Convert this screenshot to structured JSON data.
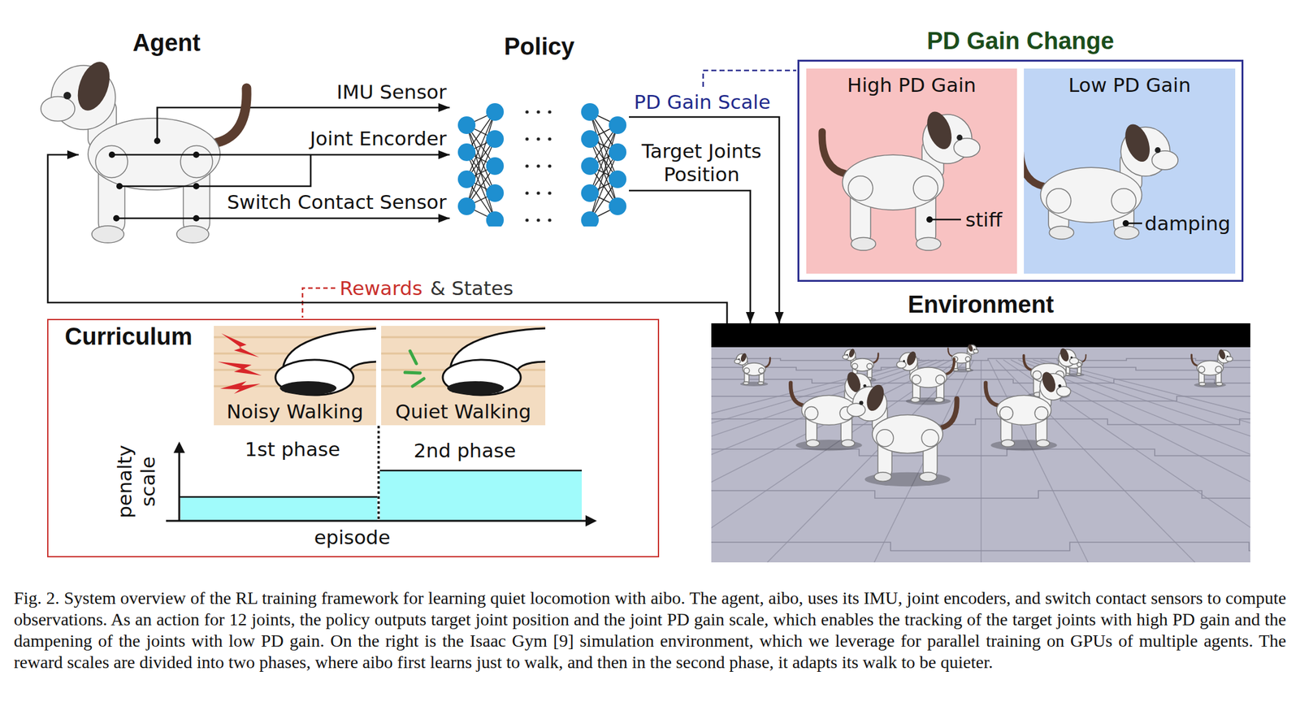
{
  "diagram": {
    "caption": "Fig. 2. System overview of the RL training framework for learning quiet locomotion with aibo. The agent, aibo, uses its IMU, joint encoders, and switch contact sensors to compute observations. As an action for 12 joints, the policy outputs target joint position and the joint PD gain scale, which enables the tracking of the target joints with high PD gain and the dampening of the joints with low PD gain. On the right is the Isaac Gym [9] simulation environment, which we leverage for parallel training on GPUs of multiple agents. The reward scales are divided into two phases, where aibo first learns just to walk, and then in the second phase, it adapts its walk to be quieter.",
    "nodes": [
      {
        "text": [
          "Agent"
        ]
      },
      {
        "text": [
          "Policy"
        ]
      },
      {
        "text": [
          "PD Gain Change"
        ]
      },
      {
        "text": [
          "High PD Gain",
          "stiff"
        ],
        "in": 2
      },
      {
        "text": [
          "Low PD Gain",
          "damping"
        ],
        "in": 2
      },
      {
        "text": [
          "Environment"
        ]
      },
      {
        "text": [
          "Curriculum"
        ]
      },
      {
        "text": [
          "Noisy Walking"
        ],
        "in": 6
      },
      {
        "text": [
          "Quiet Walking"
        ],
        "in": 6
      }
    ],
    "edges": [
      {
        "from": 0,
        "to": 1,
        "label": "IMU Sensor",
        "arrow": "to"
      },
      {
        "from": 0,
        "to": 1,
        "label": "Joint Encorder",
        "arrow": "to"
      },
      {
        "from": 0,
        "to": 1,
        "label": "Switch Contact Sensor",
        "arrow": "to"
      },
      {
        "from": 1,
        "to": 5,
        "label": "PD Gain Scale",
        "arrow": "to"
      },
      {
        "from": 1,
        "to": 5,
        "label": "Target Joints Position",
        "arrow": "to"
      },
      {
        "from": 5,
        "to": 0,
        "label": "Rewards",
        "arrow": "to"
      }
    ],
    "labels": [
      "& States",
      "1st phase",
      "2nd phase",
      "penalty scale",
      "episode"
    ]
  }
}
